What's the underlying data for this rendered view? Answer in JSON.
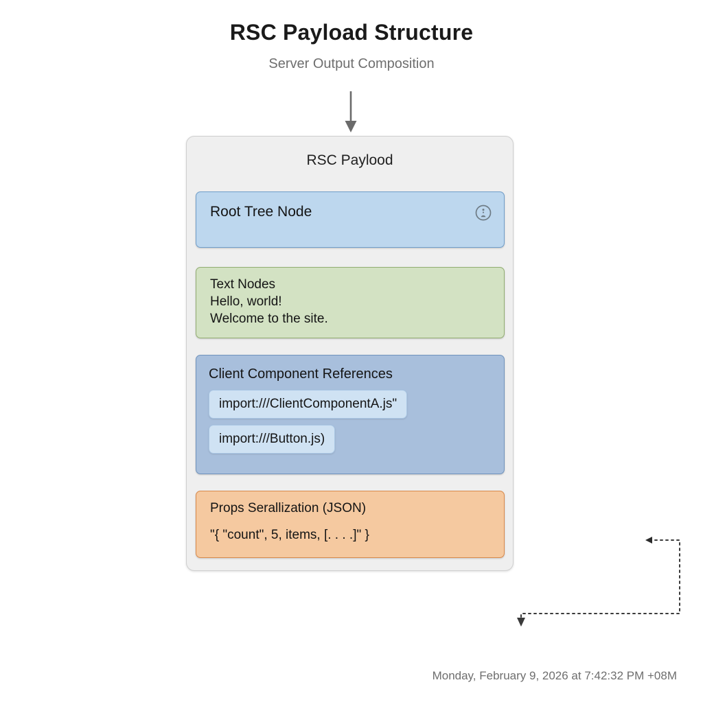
{
  "header": {
    "title": "RSC Payload Structure",
    "subtitle": "Server Output Composition"
  },
  "panel": {
    "title": "RSC Paylood",
    "sections": [
      {
        "id": "root-tree-node",
        "label": "Root Tree Node",
        "icon": "info-circle-icon",
        "fill": "#bdd7ee",
        "border": "#6f9dc9"
      },
      {
        "id": "text-nodes",
        "label": "Text Nodes",
        "lines": [
          "Hello, world!",
          "Welcome to the site."
        ],
        "fill": "#d3e2c3",
        "border": "#92ad71"
      },
      {
        "id": "client-component-references",
        "label": "Client Component References",
        "chips": [
          "import:///ClientComponentA.js\"",
          "import:///Button.js)"
        ],
        "fill": "#a8bfdc",
        "border": "#6f93bd",
        "chip_fill": "#cfe2f3"
      },
      {
        "id": "props-serialization",
        "label": "Props Serallization (JSON)",
        "value": "\"{ \"count\", 5, items, [. . . .]\" }",
        "fill": "#f5c9a0",
        "border": "#d9894a"
      }
    ]
  },
  "connectors": {
    "inflow_arrow": "down-arrow-icon",
    "reference_link": "dotted-connector-icon",
    "arrow_color": "#6b6b6b",
    "dotted_color": "#3a3a3a"
  },
  "footer": {
    "timestamp": "Monday, February 9, 2026 at 7:42:32 PM +08M"
  }
}
